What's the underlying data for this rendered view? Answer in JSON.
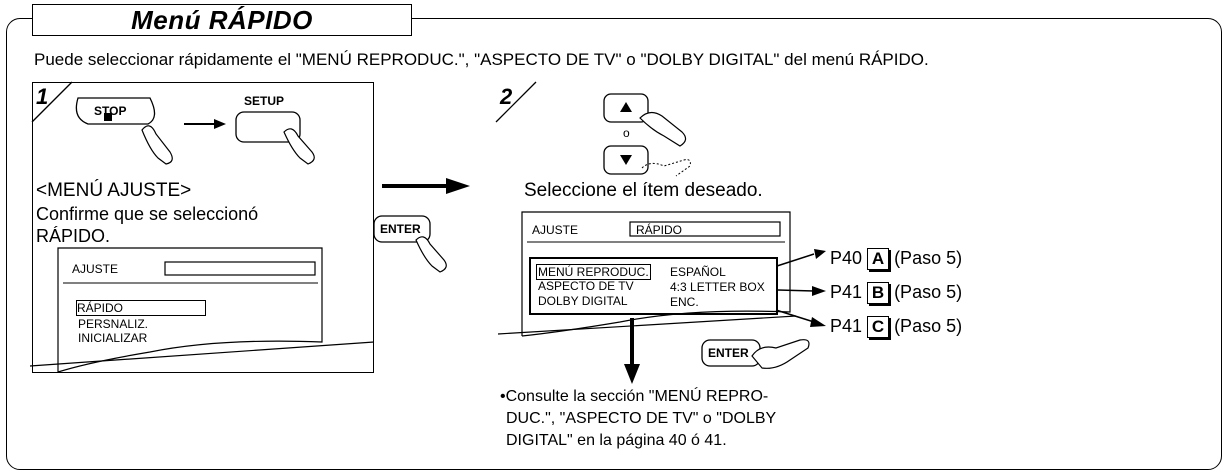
{
  "title": "Menú RÁPIDO",
  "intro": "Puede seleccionar rápidamente el \"MENÚ REPRODUC.\", \"ASPECTO DE TV\" o \"DOLBY DIGITAL\" del menú RÁPIDO.",
  "step1": {
    "number": "1",
    "stop_label": "STOP",
    "setup_label": "SETUP",
    "menu_heading": "<MENÚ AJUSTE>",
    "confirm_line1": "Confirme que se seleccionó",
    "confirm_line2": "RÁPIDO.",
    "screen": {
      "header": "AJUSTE",
      "items": [
        "RÁPIDO",
        "PERSNALIZ.",
        "INICIALIZAR"
      ]
    }
  },
  "enter_label": "ENTER",
  "step2": {
    "number": "2",
    "or_label": "o",
    "instruction": "Seleccione el ítem deseado.",
    "screen": {
      "header": "AJUSTE",
      "header_value": "RÁPIDO",
      "items": [
        {
          "label": "MENÚ REPRODUC.",
          "value": "ESPAÑOL"
        },
        {
          "label": "ASPECTO DE TV",
          "value": "4:3 LETTER BOX"
        },
        {
          "label": "DOLBY DIGITAL",
          "value": "ENC."
        }
      ]
    },
    "refs": [
      {
        "page": "P40",
        "letter": "A",
        "step": "(Paso 5)"
      },
      {
        "page": "P41",
        "letter": "B",
        "step": "(Paso 5)"
      },
      {
        "page": "P41",
        "letter": "C",
        "step": "(Paso 5)"
      }
    ],
    "enter_label": "ENTER",
    "note_line1": "•Consulte la sección \"MENÚ REPRO-",
    "note_line2": "DUC.\", \"ASPECTO DE TV\" o \"DOLBY",
    "note_line3": "DIGITAL\" en la página 40 ó 41."
  }
}
